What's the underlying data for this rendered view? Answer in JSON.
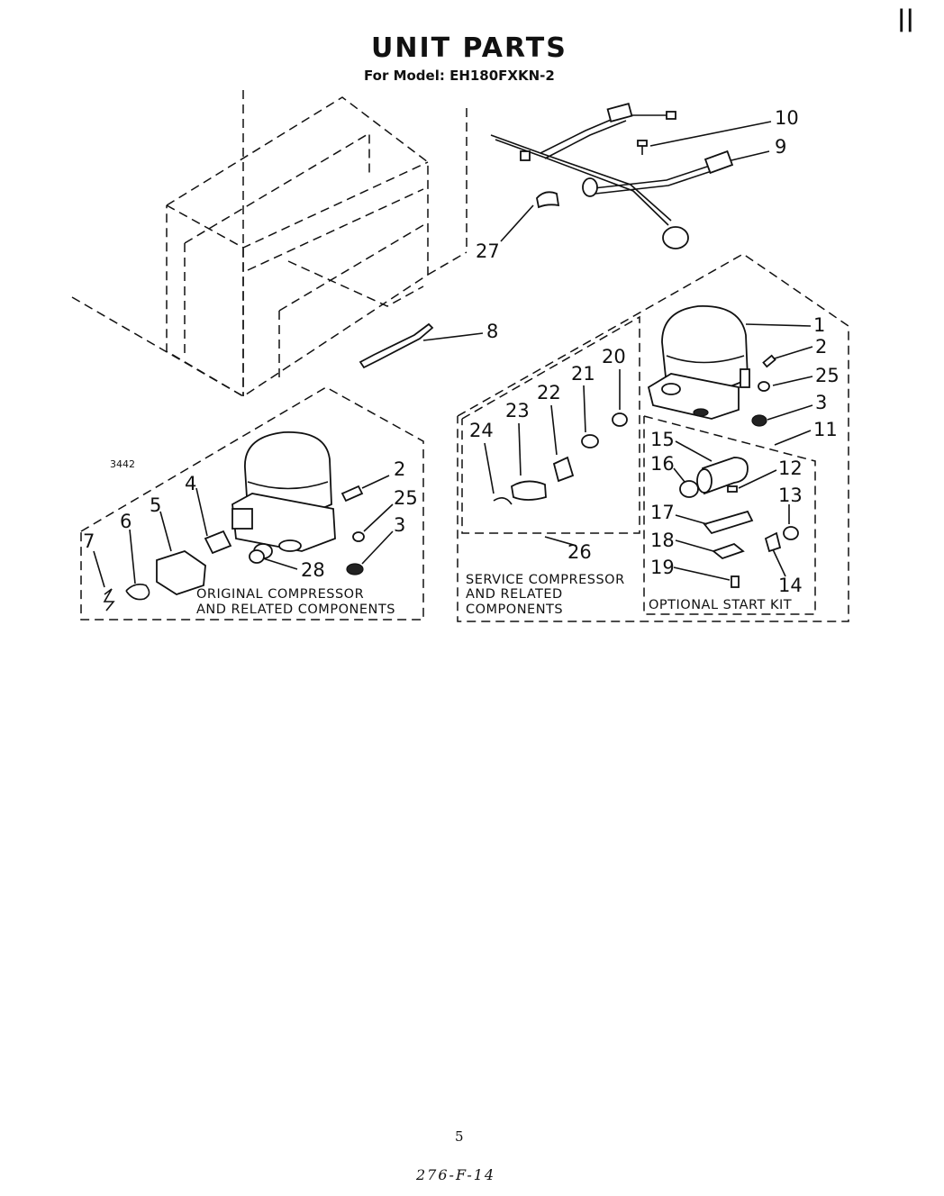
{
  "header": {
    "title": "UNIT PARTS",
    "subtitle": "For Model: EH180FXKN-2",
    "corner_mark": "||"
  },
  "figure_code": "3442",
  "callouts": {
    "c10": "10",
    "c9": "9",
    "c27": "27",
    "c8": "8",
    "c1": "1",
    "c2a": "2",
    "c25a": "25",
    "c3a": "3",
    "c11": "11",
    "c20": "20",
    "c21": "21",
    "c22": "22",
    "c23": "23",
    "c24": "24",
    "c26": "26",
    "c15": "15",
    "c16": "16",
    "c12": "12",
    "c13": "13",
    "c17": "17",
    "c18": "18",
    "c19": "19",
    "c14": "14",
    "c4": "4",
    "c5": "5",
    "c6": "6",
    "c7": "7",
    "c2b": "2",
    "c25b": "25",
    "c3b": "3",
    "c28": "28"
  },
  "captions": {
    "original_line1": "ORIGINAL COMPRESSOR",
    "original_line2": "AND RELATED COMPONENTS",
    "service_line1": "SERVICE COMPRESSOR",
    "service_line2": "AND RELATED",
    "service_line3": "COMPONENTS",
    "optional": "OPTIONAL START KIT"
  },
  "footer": {
    "page_number": "5",
    "handwritten_note": "276-F-14"
  }
}
